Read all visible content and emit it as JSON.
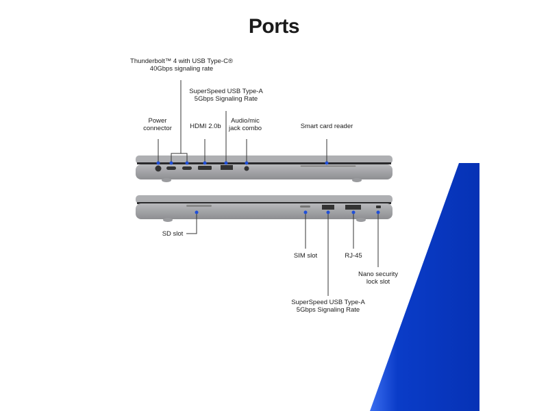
{
  "title": "Ports",
  "colors": {
    "accent": "#1f4fd8",
    "blue_shape": "#0a3cc8",
    "chassis": "#a3a4a7",
    "line": "#333333"
  },
  "left_side": {
    "thunderbolt": {
      "line1": "Thunderbolt™ 4 with USB Type-C®",
      "line2": "40Gbps signaling rate"
    },
    "usb_a": {
      "line1": "SuperSpeed USB Type-A",
      "line2": "5Gbps Signaling Rate"
    },
    "power": {
      "line1": "Power",
      "line2": "connector"
    },
    "hdmi": {
      "line1": "HDMI 2.0b"
    },
    "audio": {
      "line1": "Audio/mic",
      "line2": "jack combo"
    },
    "smart_card": {
      "line1": "Smart card reader"
    }
  },
  "right_side": {
    "sd": {
      "line1": "SD slot"
    },
    "sim": {
      "line1": "SIM slot"
    },
    "rj45": {
      "line1": "RJ-45"
    },
    "lock": {
      "line1": "Nano security",
      "line2": "lock slot"
    },
    "usb_a": {
      "line1": "SuperSpeed USB Type-A",
      "line2": "5Gbps Signaling Rate"
    }
  }
}
